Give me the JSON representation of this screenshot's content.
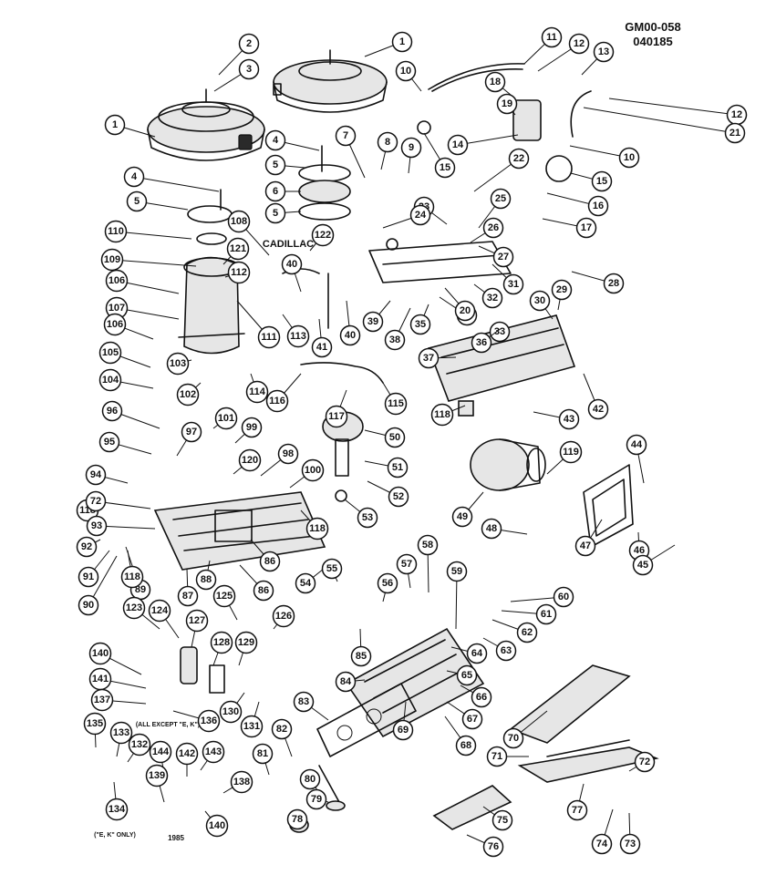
{
  "header": {
    "code": "GM00-058",
    "date": "040185"
  },
  "labels": {
    "engine": "CADILLAC",
    "all_except": "(ALL EXCEPT \"E, K\")",
    "ek_only": "(\"E, K\" ONLY)",
    "year": "1985"
  },
  "callouts": [
    "1",
    "2",
    "3",
    "1",
    "10",
    "11",
    "12",
    "13",
    "18",
    "19",
    "12",
    "14",
    "21",
    "10",
    "15",
    "15",
    "4",
    "5",
    "6",
    "5",
    "7",
    "8",
    "9",
    "22",
    "16",
    "4",
    "5",
    "23",
    "24",
    "25",
    "26",
    "17",
    "27",
    "108",
    "110",
    "109",
    "121",
    "112",
    "106",
    "107",
    "122",
    "40",
    "28",
    "31",
    "29",
    "30",
    "32",
    "34",
    "20",
    "33",
    "39",
    "35",
    "38",
    "36",
    "111",
    "113",
    "41",
    "40",
    "37",
    "106",
    "105",
    "104",
    "103",
    "102",
    "114",
    "116",
    "115",
    "117",
    "42",
    "118",
    "43",
    "96",
    "101",
    "99",
    "95",
    "97",
    "120",
    "98",
    "100",
    "50",
    "51",
    "52",
    "53",
    "44",
    "119",
    "49",
    "47",
    "48",
    "46",
    "45",
    "94",
    "118",
    "72",
    "93",
    "92",
    "91",
    "90",
    "89",
    "118",
    "88",
    "86",
    "87",
    "86",
    "118",
    "54",
    "55",
    "56",
    "57",
    "58",
    "59",
    "60",
    "61",
    "62",
    "63",
    "64",
    "65",
    "66",
    "67",
    "68",
    "69",
    "84",
    "83",
    "85",
    "123",
    "124",
    "127",
    "126",
    "125",
    "128",
    "129",
    "140",
    "141",
    "137",
    "136",
    "130",
    "131",
    "82",
    "135",
    "133",
    "132",
    "144",
    "142",
    "143",
    "134",
    "139",
    "138",
    "81",
    "80",
    "79",
    "78",
    "140",
    "70",
    "71",
    "72",
    "77",
    "74",
    "73",
    "75",
    "76"
  ]
}
